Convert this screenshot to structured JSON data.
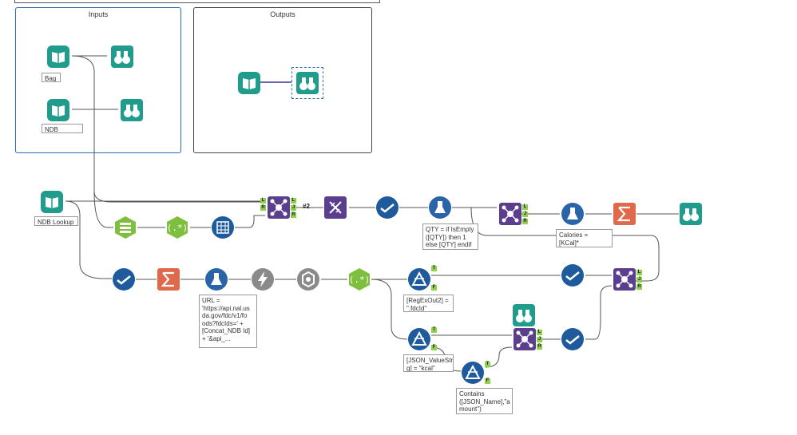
{
  "containers": {
    "inputs_title": "Inputs",
    "outputs_title": "Outputs"
  },
  "annotations": {
    "bag": "Bag",
    "ndb_lookup_top": "NDB Lookup",
    "ndb_lookup_main": "NDB Lookup",
    "qty_formula": "QTY = if IsEmpty\n([QTY]) then 1\nelse [QTY] endif",
    "calories_formula": "Calories = [KCal]*\n[QTY]",
    "url_formula": "URL =\n'https://api.nal.us\nda.gov/fdc/v1/fo\nods?fdcIds=' +\n[Concat_NDB Id]\n+ '&api_...",
    "regex_filter": "[RegExOut2] =\n\".fdcId\"",
    "json_filter": "[JSON_ValueStrin\ng] = \"kcal\"",
    "contains_filter": "Contains\n([JSON_Name],\"a\nmount\")"
  },
  "wire_labels": {
    "hash2": "#2"
  },
  "anchors": {
    "L": "L",
    "J": "J",
    "R": "R",
    "T": "T",
    "F": "F"
  },
  "colors": {
    "io_green": "#1f9c8b",
    "prep_blue": "#1e5a9c",
    "join_purple": "#5b3e8e",
    "formula_blue": "#2a63a8",
    "sum_orange": "#e0684b",
    "dev_gray": "#8a8a8a",
    "parse_green": "#7fbf3f",
    "anchor_green": "#8fd14f",
    "wire": "#555555"
  }
}
